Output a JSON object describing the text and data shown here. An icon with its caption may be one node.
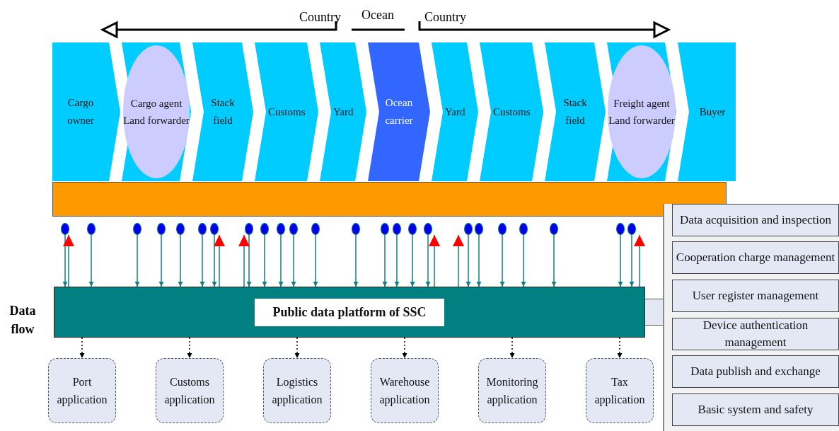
{
  "diagram": {
    "nodes": [
      {
        "text": [
          "Cargo owner"
        ]
      },
      {
        "text": [],
        "shape": "chevron"
      },
      {
        "text": [
          "Cargo agent",
          "Land forwarder"
        ],
        "in": 1
      },
      {
        "text": [
          "Stack field"
        ]
      },
      {
        "text": [
          "Customs"
        ]
      },
      {
        "text": [
          "Yard"
        ]
      },
      {
        "text": [
          "Ocean carrier"
        ]
      },
      {
        "text": [
          "Yard"
        ]
      },
      {
        "text": [
          "Customs"
        ]
      },
      {
        "text": [
          "Stack field"
        ]
      },
      {
        "text": [],
        "shape": "chevron"
      },
      {
        "text": [
          "Freight agent",
          "Land forwarder"
        ],
        "in": 10
      },
      {
        "text": [
          "Buyer"
        ]
      },
      {
        "text": [],
        "shape": "bar"
      },
      {
        "text": [],
        "shape": "circle"
      },
      {
        "text": [],
        "shape": "circle"
      },
      {
        "text": [],
        "shape": "circle"
      },
      {
        "text": [],
        "shape": "circle"
      },
      {
        "text": [],
        "shape": "circle"
      },
      {
        "text": [],
        "shape": "circle"
      },
      {
        "text": [],
        "shape": "circle"
      },
      {
        "text": [],
        "shape": "circle"
      },
      {
        "text": [],
        "shape": "circle"
      },
      {
        "text": [],
        "shape": "circle"
      },
      {
        "text": [],
        "shape": "circle"
      },
      {
        "text": [],
        "shape": "circle"
      },
      {
        "text": [],
        "shape": "circle"
      },
      {
        "text": [],
        "shape": "circle"
      },
      {
        "text": [],
        "shape": "circle"
      },
      {
        "text": [],
        "shape": "circle"
      },
      {
        "text": [],
        "shape": "circle"
      },
      {
        "text": [],
        "shape": "circle"
      },
      {
        "text": [],
        "shape": "circle"
      },
      {
        "text": [],
        "shape": "circle"
      },
      {
        "text": [],
        "shape": "circle"
      },
      {
        "text": [],
        "shape": "circle"
      },
      {
        "text": [],
        "shape": "circle"
      },
      {
        "text": [],
        "shape": "circle"
      },
      {
        "text": [
          "Public data platform of SSC"
        ]
      },
      {
        "text": [
          "Port application"
        ]
      },
      {
        "text": [
          "Customs application"
        ]
      },
      {
        "text": [
          "Logistics application"
        ]
      },
      {
        "text": [
          "Warehouse application"
        ]
      },
      {
        "text": [
          "Monitoring application"
        ]
      },
      {
        "text": [
          "Tax application"
        ]
      },
      {
        "text": [],
        "shape": "box"
      },
      {
        "text": [
          "Data acquisition and inspection"
        ],
        "in": 45
      },
      {
        "text": [
          "Cooperation charge management"
        ],
        "in": 45
      },
      {
        "text": [
          "User register management"
        ],
        "in": 45
      },
      {
        "text": [
          "Device authentication management"
        ],
        "in": 45
      },
      {
        "text": [
          "Data publish and exchange"
        ],
        "in": 45
      },
      {
        "text": [
          "Basic system and safety"
        ],
        "in": 45
      }
    ],
    "edges": [
      {
        "from": 14,
        "to": 38,
        "arrow": "to"
      },
      {
        "from": 15,
        "to": 38,
        "arrow": "to"
      },
      {
        "from": 16,
        "to": 38,
        "arrow": "to"
      },
      {
        "from": 17,
        "to": 38,
        "arrow": "to"
      },
      {
        "from": 18,
        "to": 38,
        "arrow": "to"
      },
      {
        "from": 19,
        "to": 38,
        "arrow": "to"
      },
      {
        "from": 20,
        "to": 38,
        "arrow": "to"
      },
      {
        "from": 21,
        "to": 38,
        "arrow": "to"
      },
      {
        "from": 22,
        "to": 38,
        "arrow": "to"
      },
      {
        "from": 23,
        "to": 38,
        "arrow": "to"
      },
      {
        "from": 24,
        "to": 38,
        "arrow": "to"
      },
      {
        "from": 25,
        "to": 38,
        "arrow": "to"
      },
      {
        "from": 26,
        "to": 38,
        "arrow": "to"
      },
      {
        "from": 27,
        "to": 38,
        "arrow": "to"
      },
      {
        "from": 28,
        "to": 38,
        "arrow": "to"
      },
      {
        "from": 29,
        "to": 38,
        "arrow": "to"
      },
      {
        "from": 30,
        "to": 38,
        "arrow": "to"
      },
      {
        "from": 31,
        "to": 38,
        "arrow": "to"
      },
      {
        "from": 32,
        "to": 38,
        "arrow": "to"
      },
      {
        "from": 33,
        "to": 38,
        "arrow": "to"
      },
      {
        "from": 34,
        "to": 38,
        "arrow": "to"
      },
      {
        "from": 35,
        "to": 38,
        "arrow": "to"
      },
      {
        "from": 36,
        "to": 38,
        "arrow": "to"
      },
      {
        "from": 37,
        "to": 38,
        "arrow": "to"
      },
      {
        "from": 38,
        "to": 14,
        "arrow": "to"
      },
      {
        "from": 38,
        "to": 20,
        "arrow": "to"
      },
      {
        "from": 38,
        "to": 21,
        "arrow": "to"
      },
      {
        "from": 38,
        "to": 30,
        "arrow": "to"
      },
      {
        "from": 38,
        "to": 31,
        "arrow": "to"
      },
      {
        "from": 38,
        "to": 37,
        "arrow": "to"
      },
      {
        "from": 38,
        "to": 39,
        "arrow": "to",
        "style": "dashed",
        "color": "#000000"
      },
      {
        "from": 38,
        "to": 40,
        "arrow": "to",
        "style": "dashed",
        "color": "#000000"
      },
      {
        "from": 38,
        "to": 41,
        "arrow": "to",
        "style": "dashed",
        "color": "#000000"
      },
      {
        "from": 38,
        "to": 42,
        "arrow": "to",
        "style": "dashed",
        "color": "#000000"
      },
      {
        "from": 38,
        "to": 43,
        "arrow": "to",
        "style": "dashed",
        "color": "#000000"
      },
      {
        "from": 38,
        "to": 44,
        "arrow": "to",
        "style": "dashed",
        "color": "#000000"
      },
      {
        "from": 38,
        "to": 45,
        "arrow": "none",
        "style": "thick",
        "color": "#e3e8f4"
      }
    ],
    "labels": [
      "Country",
      "Ocean",
      "Country",
      "Data flow"
    ]
  }
}
